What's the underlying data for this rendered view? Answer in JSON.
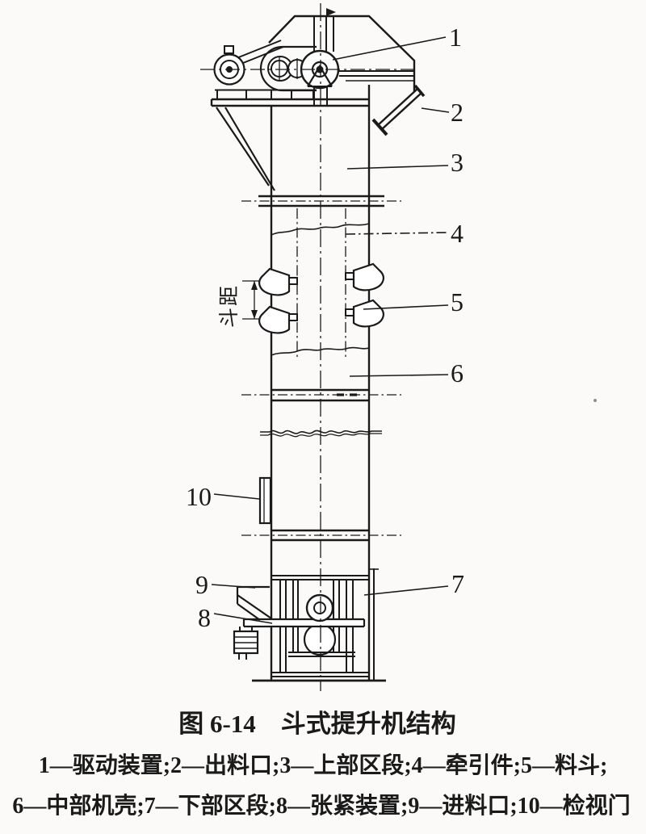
{
  "figure": {
    "caption": "图 6-14　斗式提升机结构",
    "legend_line1": "1—驱动装置;2—出料口;3—上部区段;4—牵引件;5—料斗;",
    "legend_line2": "6—中部机壳;7—下部区段;8—张紧装置;9—进料口;10—检视门",
    "dimension_label": "斗距",
    "parts": [
      {
        "num": "1",
        "name": "驱动装置"
      },
      {
        "num": "2",
        "name": "出料口"
      },
      {
        "num": "3",
        "name": "上部区段"
      },
      {
        "num": "4",
        "name": "牵引件"
      },
      {
        "num": "5",
        "name": "料斗"
      },
      {
        "num": "6",
        "name": "中部机壳"
      },
      {
        "num": "7",
        "name": "下部区段"
      },
      {
        "num": "8",
        "name": "张紧装置"
      },
      {
        "num": "9",
        "name": "进料口"
      },
      {
        "num": "10",
        "name": "检视门"
      }
    ]
  },
  "colors": {
    "ink": "#1a1a1a",
    "paper": "#fbfaf8"
  }
}
